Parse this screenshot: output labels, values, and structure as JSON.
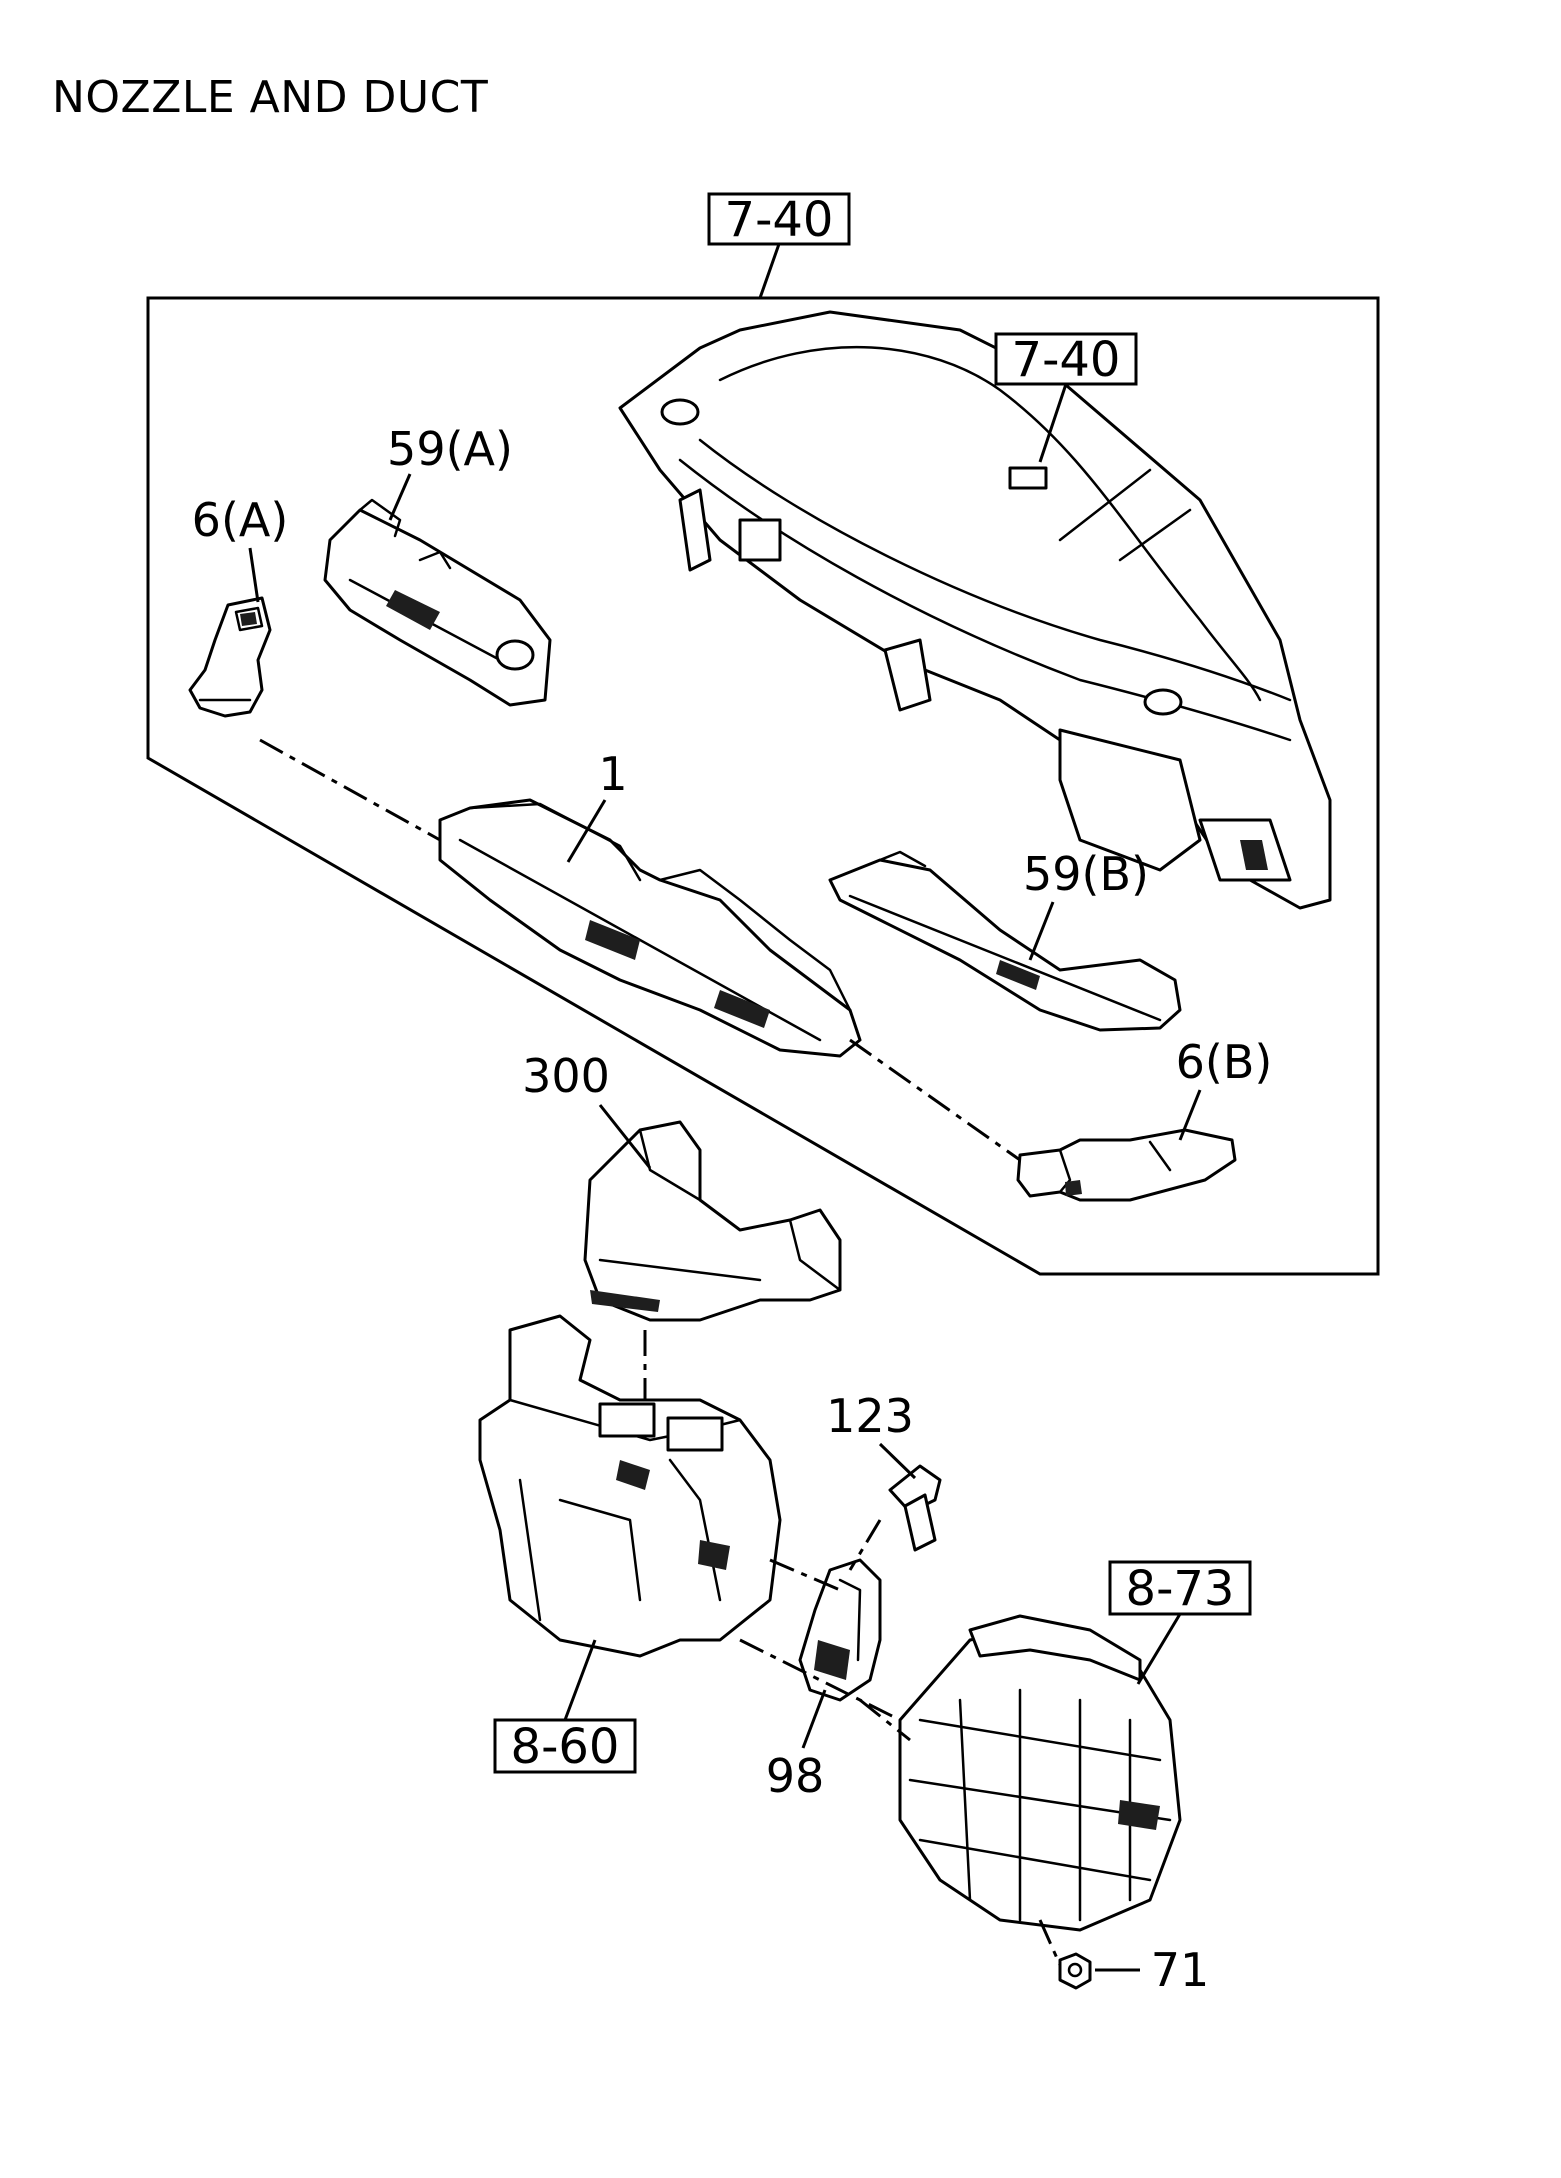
{
  "title": "NOZZLE AND DUCT",
  "diagram": {
    "type": "exploded-parts-diagram",
    "reference_boxes": [
      {
        "id": "ref-top",
        "label": "7-40"
      },
      {
        "id": "ref-panel",
        "label": "7-40"
      },
      {
        "id": "ref-heater",
        "label": "8-60"
      },
      {
        "id": "ref-blower",
        "label": "8-73"
      }
    ],
    "callouts": [
      {
        "id": "callout-59a",
        "label": "59(A)"
      },
      {
        "id": "callout-6a",
        "label": "6(A)"
      },
      {
        "id": "callout-1",
        "label": "1"
      },
      {
        "id": "callout-59b",
        "label": "59(B)"
      },
      {
        "id": "callout-300",
        "label": "300"
      },
      {
        "id": "callout-6b",
        "label": "6(B)"
      },
      {
        "id": "callout-123",
        "label": "123"
      },
      {
        "id": "callout-98",
        "label": "98"
      },
      {
        "id": "callout-71",
        "label": "71"
      }
    ]
  }
}
